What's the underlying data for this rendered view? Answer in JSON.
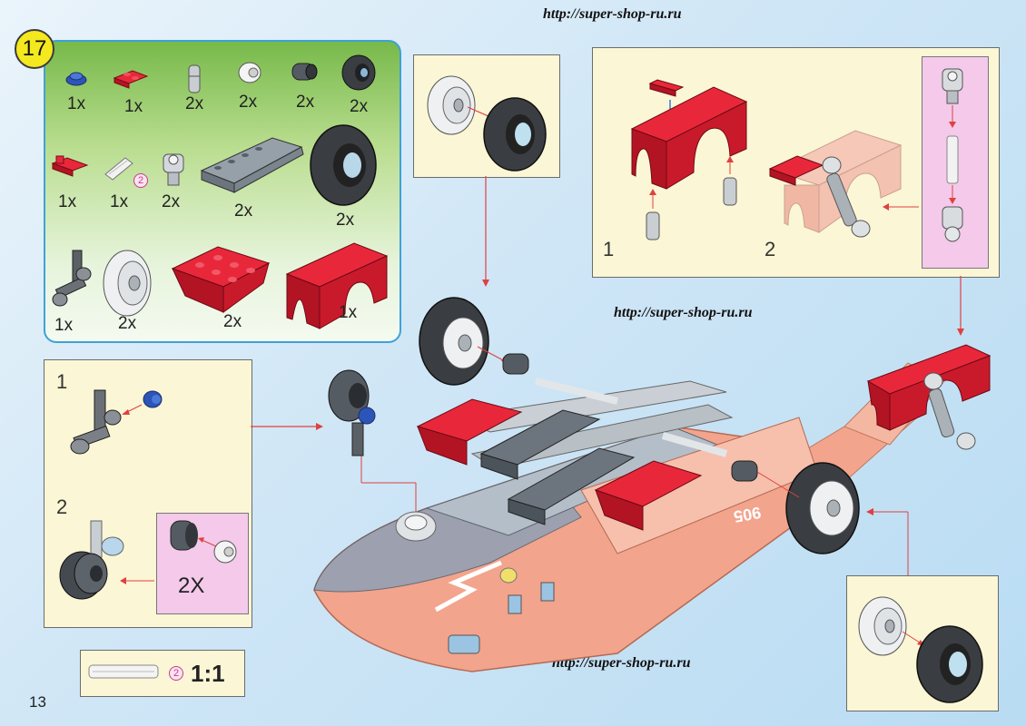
{
  "page_number": "13",
  "watermarks": [
    "http://super-shop-ru.ru",
    "http://super-shop-ru.ru",
    "http://super-shop-ru.ru"
  ],
  "step_number": "17",
  "parts_list": [
    {
      "name": "blue-round-plate",
      "qty": "1x"
    },
    {
      "name": "red-plate-1x2",
      "qty": "1x"
    },
    {
      "name": "grey-pin",
      "qty": "2x"
    },
    {
      "name": "white-bush",
      "qty": "2x"
    },
    {
      "name": "dark-grey-bush",
      "qty": "2x"
    },
    {
      "name": "small-tire",
      "qty": "2x"
    },
    {
      "name": "red-plate-with-clip",
      "qty": "1x"
    },
    {
      "name": "axle-2",
      "qty": "1x",
      "badge": "2"
    },
    {
      "name": "axle-connector",
      "qty": "2x"
    },
    {
      "name": "grey-slope-brick",
      "qty": "2x"
    },
    {
      "name": "large-tire",
      "qty": "2x"
    },
    {
      "name": "bent-connector",
      "qty": "1x"
    },
    {
      "name": "wheel-rim",
      "qty": "2x"
    },
    {
      "name": "red-slope-2x3",
      "qty": "2x"
    },
    {
      "name": "red-arch",
      "qty": "1x"
    }
  ],
  "sub_panel_left": {
    "step1": "1",
    "step2": "2",
    "multiplier": "2X"
  },
  "sub_panel_top_right": {
    "step1": "1",
    "step2": "2"
  },
  "scale_note": {
    "badge": "2",
    "ratio": "1:1"
  },
  "model": {
    "hull_number": "905"
  },
  "colors": {
    "red": "#d8192f",
    "salmon": "#f2a48c",
    "grey": "#8a949c",
    "panel": "#fbf6d5",
    "arrow": "#e04040"
  }
}
